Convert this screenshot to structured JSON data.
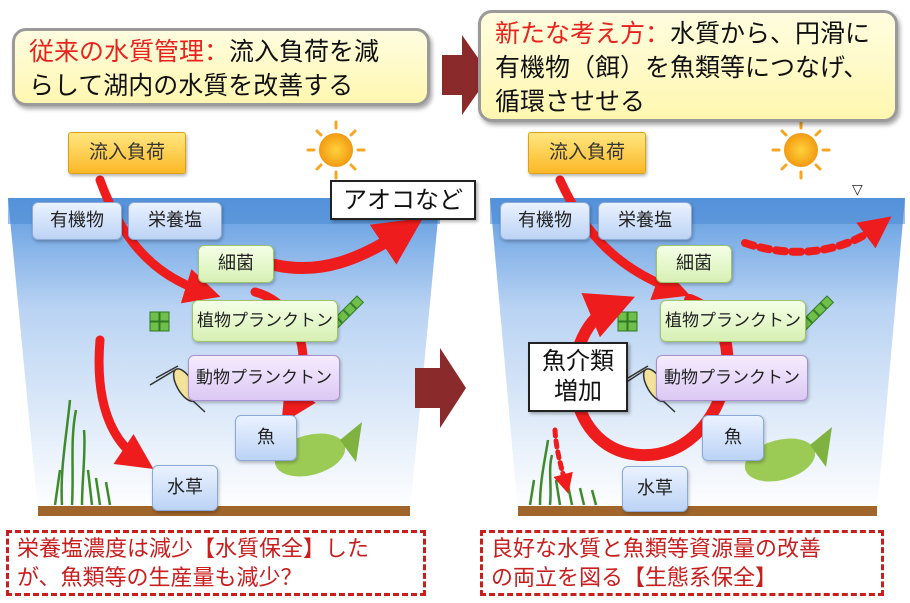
{
  "top_left": {
    "prefix": "従来の水質管理：",
    "line1_rest": "流入負荷を減",
    "line2": "らして湖内の水質を改善する"
  },
  "top_right": {
    "prefix": "新たな考え方：",
    "line1_rest": "水質から、円滑に",
    "line2": "有機物（餌）を魚類等につなげ、",
    "line3": "循環させせる"
  },
  "left": {
    "inflow": "流入負荷",
    "organic": "有機物",
    "nutrient": "栄養塩",
    "bacteria": "細菌",
    "phyto": "植物プランクトン",
    "zoo": "動物プランクトン",
    "fish": "魚",
    "weed": "水草",
    "algae_label": "アオコなど",
    "note_line1": "栄養塩濃度は減少【水質保全】した",
    "note_line2": "が、魚類等の生産量も減少？"
  },
  "right": {
    "inflow": "流入負荷",
    "organic": "有機物",
    "nutrient": "栄養塩",
    "bacteria": "細菌",
    "phyto": "植物プランクトン",
    "zoo": "動物プランクトン",
    "fish": "魚",
    "weed": "水草",
    "increase_line1": "魚介類",
    "increase_line2": "増加",
    "water_level_symbol": "▽",
    "note_line1": "良好な水質と魚類等資源量の改善",
    "note_line2": "の両立を図る【生態系保全】"
  },
  "colors": {
    "arrow_red": "#ee1c1c",
    "big_arrow": "#8b2a2a",
    "note_red": "#c81e1e"
  }
}
